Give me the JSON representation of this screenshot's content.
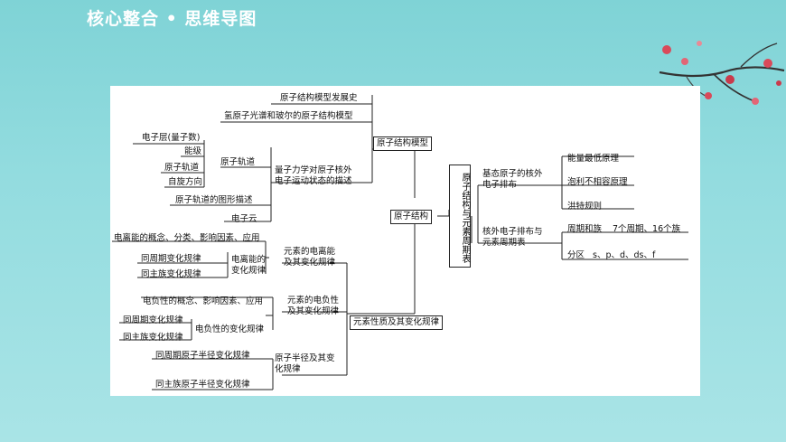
{
  "header": {
    "title": "核心整合 • 思维导图"
  },
  "map": {
    "model": {
      "label": "原子结构模型",
      "history": "原子结构模型发展史",
      "bohr": "氢原子光谱和玻尔的原子结构模型",
      "quantum": {
        "label_line1": "量子力学对原子核外",
        "label_line2": "电子运动状态的描述",
        "orbital": "原子轨道",
        "shell": "电子层(量子数)",
        "level": "能级",
        "orbit": "原子轨道",
        "spin": "自旋方向",
        "shape": "原子轨道的图形描述",
        "cloud": "电子云"
      }
    },
    "center": "原子结构",
    "periodic": {
      "label": "原子结构与元素周期表",
      "ground": {
        "line1": "基态原子的核外",
        "line2": "电子排布",
        "rules": [
          "能量最低原理",
          "泡利不相容原理",
          "洪特规则"
        ]
      },
      "config": {
        "line1": "核外电子排布与",
        "line2": "元素周期表",
        "period": "周期和族",
        "period_detail": "7个周期、16个族",
        "block": "分区",
        "block_detail": "s、p、d、ds、f"
      }
    },
    "properties": {
      "label": "元素性质及其变化规律",
      "ionization": {
        "line1": "元素的电离能",
        "line2": "及其变化规律",
        "concept": "电离能的概念、分类、影响因素、应用",
        "sub1": "电离能的",
        "sub2": "变化规律",
        "period": "同周期变化规律",
        "group": "同主族变化规律"
      },
      "electroneg": {
        "line1": "元素的电负性",
        "line2": "及其变化规律",
        "concept": "电负性的概念、影响因素、应用",
        "sub": "电负性的变化规律",
        "period": "同周期变化规律",
        "group": "同主族变化规律"
      },
      "radius": {
        "line1": "原子半径及其变",
        "line2": "化规律",
        "period": "同周期原子半径变化规律",
        "group": "同主族原子半径变化规律"
      }
    }
  },
  "colors": {
    "background": "#8fd9dc",
    "card": "#ffffff",
    "line": "#222222",
    "blossom": "#d94a5a"
  }
}
